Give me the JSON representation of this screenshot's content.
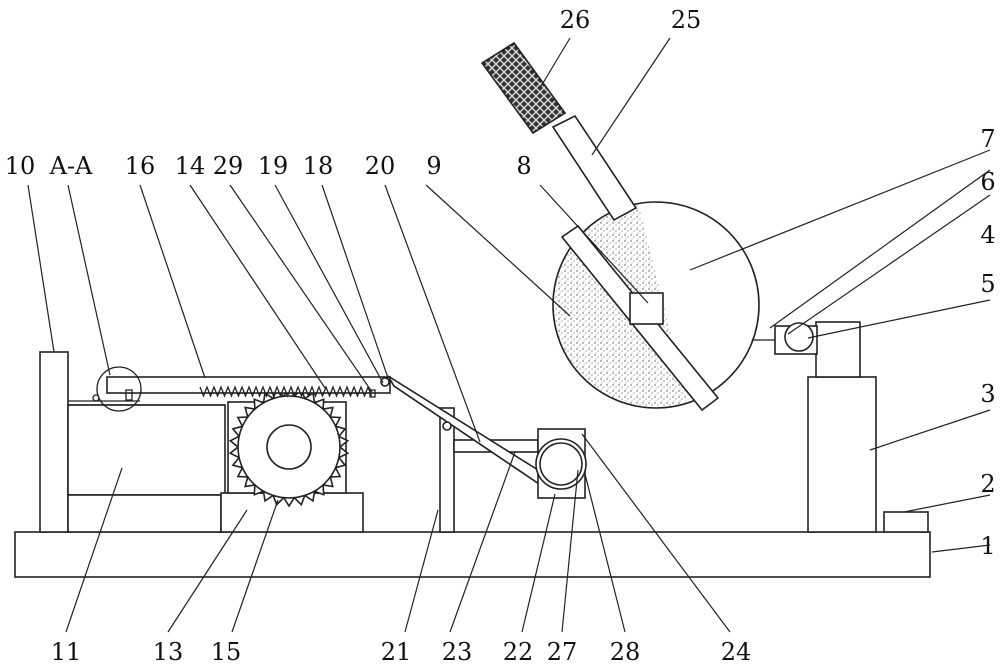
{
  "labels": {
    "l1": "1",
    "l2": "2",
    "l3": "3",
    "l4": "4",
    "l5": "5",
    "l6": "6",
    "l7": "7",
    "l8": "8",
    "l9": "9",
    "l10": "10",
    "lAA": "A-A",
    "l11": "11",
    "l13": "13",
    "l14": "14",
    "l15": "15",
    "l16": "16",
    "l18": "18",
    "l19": "19",
    "l20": "20",
    "l21": "21",
    "l22": "22",
    "l23": "23",
    "l24": "24",
    "l25": "25",
    "l26": "26",
    "l27": "27",
    "l28": "28",
    "l29": "29"
  },
  "colors": {
    "line": "#222222",
    "background": "#ffffff"
  }
}
